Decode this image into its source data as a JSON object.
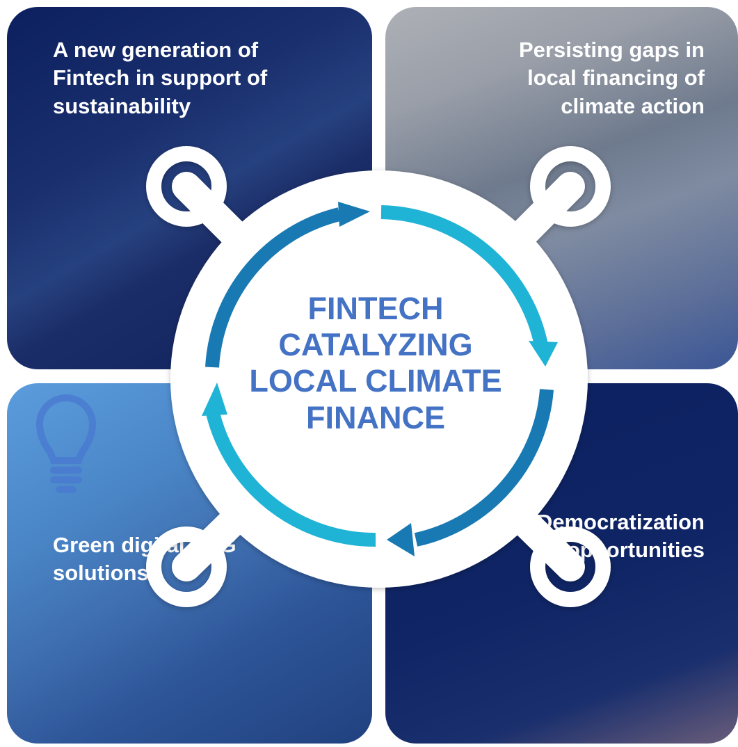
{
  "quadrants": {
    "top_left": {
      "lines": [
        "A new generation of",
        "Fintech in support of",
        "sustainability"
      ]
    },
    "top_right": {
      "lines": [
        "Persisting gaps in",
        "local financing of",
        "climate action"
      ]
    },
    "bottom_left": {
      "lines": [
        "Green digital ESG",
        "solutions"
      ]
    },
    "bottom_right": {
      "lines": [
        "Democratization",
        "opportunities"
      ]
    }
  },
  "center": {
    "lines": [
      "FINTECH",
      "CATALYZING",
      "LOCAL CLIMATE",
      "FINANCE"
    ]
  },
  "icons": [
    "lightbulb-icon"
  ],
  "colors": {
    "center_text": "#4472c4",
    "arrow_light": "#1fb3d6",
    "arrow_dark": "#1879b3",
    "navy": "#0c2060"
  }
}
